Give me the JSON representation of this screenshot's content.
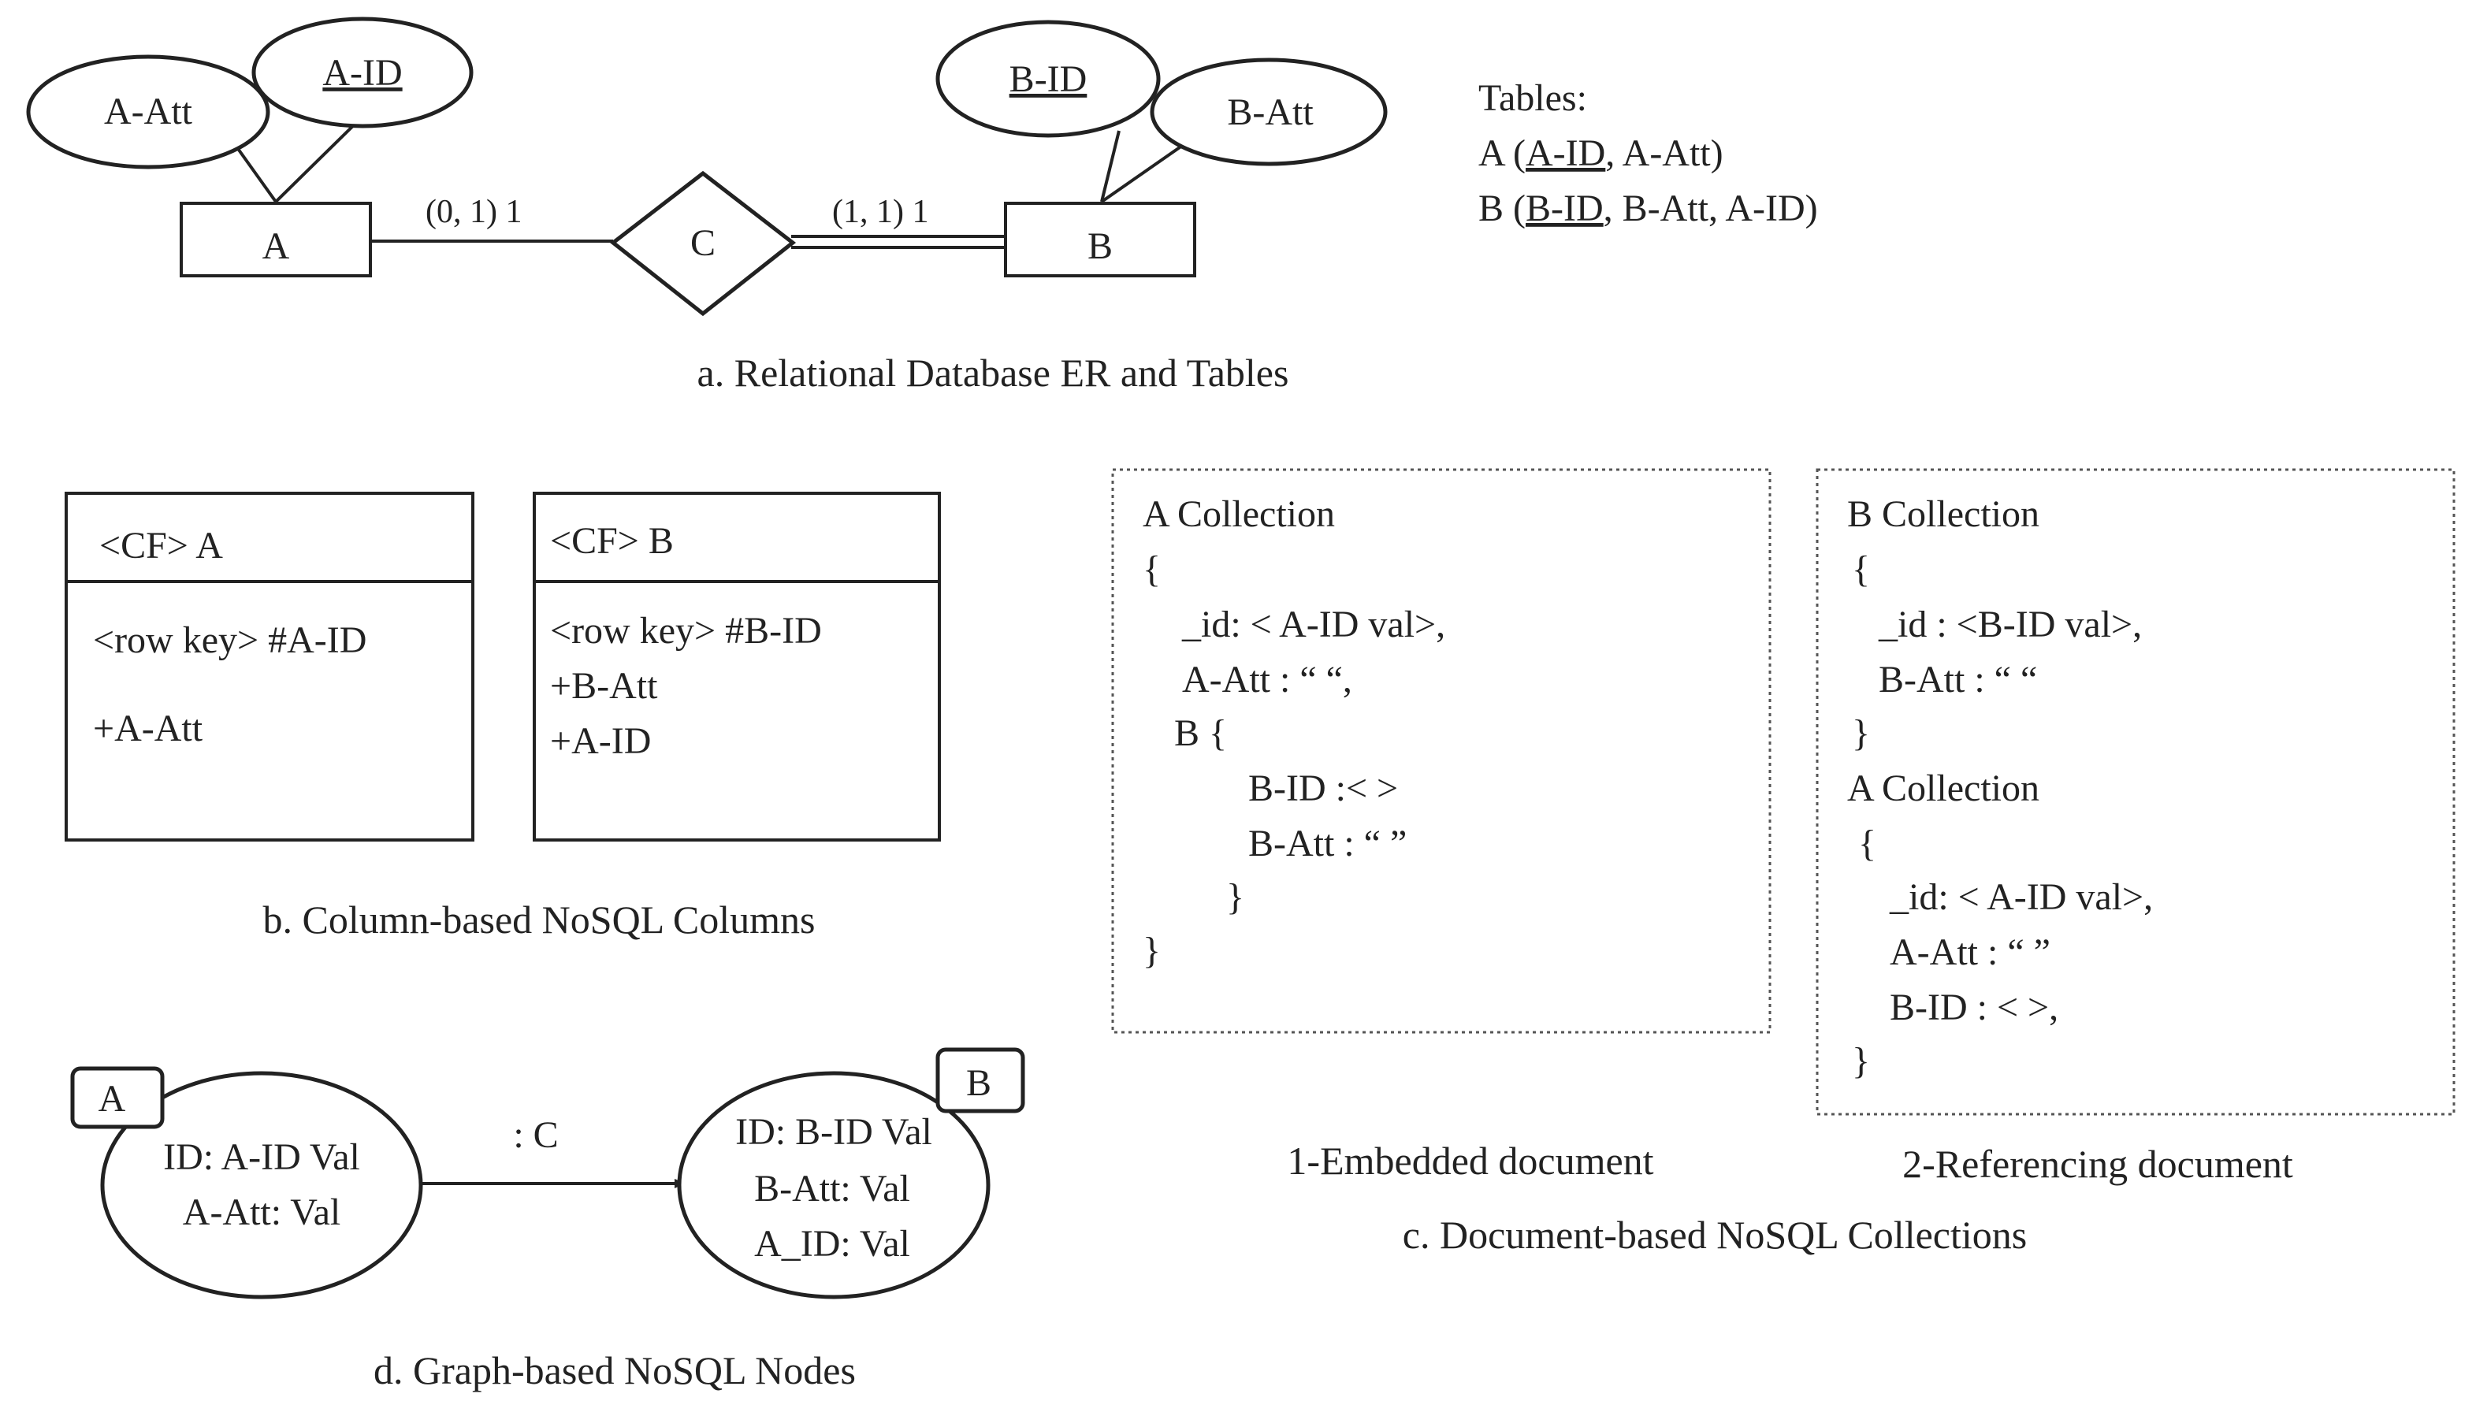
{
  "er_diagram": {
    "entity_a": "A",
    "entity_b": "B",
    "relationship": "C",
    "attr_a_att": "A-Att",
    "attr_a_id": "A-ID",
    "attr_b_id": "B-ID",
    "attr_b_att": "B-Att",
    "cardinality_a": "(0, 1) 1",
    "cardinality_b": "(1, 1) 1"
  },
  "tables": {
    "heading": "Tables:",
    "table_a": {
      "name": "A",
      "open": " (",
      "key": "A-ID",
      "rest": ", A-Att)"
    },
    "table_b": {
      "name": "B",
      "open": " (",
      "key": "B-ID",
      "rest": ", B-Att, A-ID)"
    }
  },
  "captions": {
    "a": "a. Relational Database ER and Tables",
    "b": "b. Column-based NoSQL Columns",
    "c": "c. Document-based NoSQL Collections",
    "d": "d. Graph-based NoSQL Nodes"
  },
  "column_families": {
    "cf_a": {
      "header": "<CF> A",
      "lines": [
        "<row key> #A-ID",
        "+A-Att"
      ]
    },
    "cf_b": {
      "header": "<CF> B",
      "lines": [
        "<row key> #B-ID",
        "+B-Att",
        "+A-ID"
      ]
    }
  },
  "documents": {
    "embedded": {
      "label": "1-Embedded document",
      "lines": [
        "A Collection",
        "{",
        "_id: < A-ID val>,",
        "A-Att : “        “,",
        "B {",
        "B-ID :<      >",
        "B-Att : “       ”",
        "}",
        "}"
      ]
    },
    "referencing": {
      "label": "2-Referencing document",
      "lines": [
        "B Collection",
        "{",
        "_id : <B-ID val>,",
        "B-Att : “        “",
        "}",
        "A Collection",
        "{",
        "_id: < A-ID val>,",
        "A-Att : “       ”",
        "B-ID : <        >,",
        "}"
      ]
    }
  },
  "graph": {
    "edge_label": ": C",
    "node_a": {
      "tag": "A",
      "lines": [
        "ID: A-ID Val",
        "A-Att: Val"
      ]
    },
    "node_b": {
      "tag": "B",
      "lines": [
        "ID: B-ID Val",
        "B-Att: Val",
        "A_ID: Val"
      ]
    }
  }
}
